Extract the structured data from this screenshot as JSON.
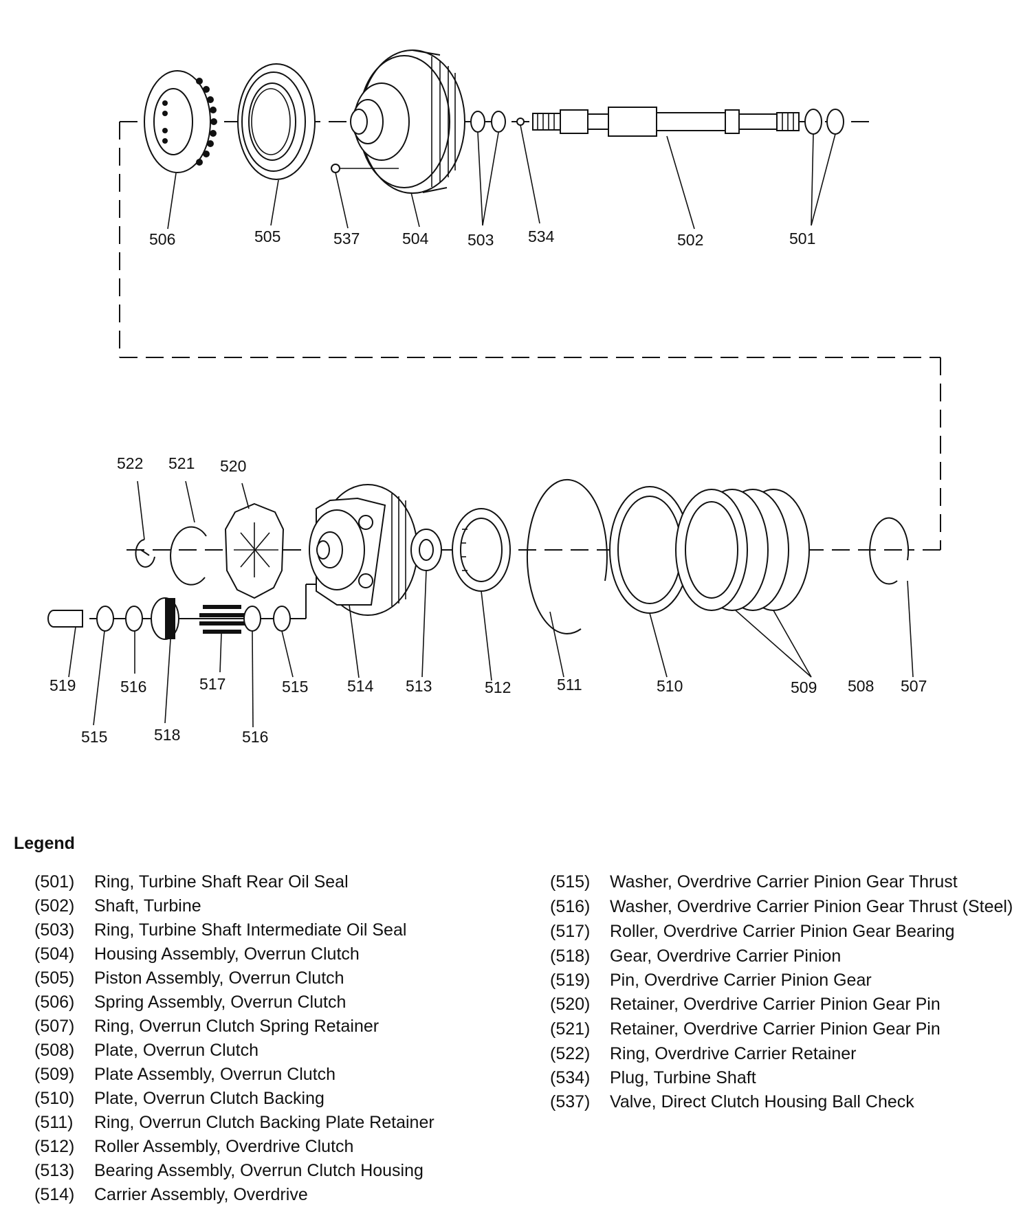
{
  "diagram": {
    "callouts": [
      {
        "id": "c506",
        "text": "506"
      },
      {
        "id": "c505",
        "text": "505"
      },
      {
        "id": "c537",
        "text": "537"
      },
      {
        "id": "c504",
        "text": "504"
      },
      {
        "id": "c503",
        "text": "503"
      },
      {
        "id": "c534",
        "text": "534"
      },
      {
        "id": "c502",
        "text": "502"
      },
      {
        "id": "c501",
        "text": "501"
      },
      {
        "id": "c522",
        "text": "522"
      },
      {
        "id": "c521",
        "text": "521"
      },
      {
        "id": "c520",
        "text": "520"
      },
      {
        "id": "c519",
        "text": "519"
      },
      {
        "id": "c516a",
        "text": "516"
      },
      {
        "id": "c517",
        "text": "517"
      },
      {
        "id": "c515a",
        "text": "515"
      },
      {
        "id": "c514",
        "text": "514"
      },
      {
        "id": "c513",
        "text": "513"
      },
      {
        "id": "c512",
        "text": "512"
      },
      {
        "id": "c511",
        "text": "511"
      },
      {
        "id": "c510",
        "text": "510"
      },
      {
        "id": "c509",
        "text": "509"
      },
      {
        "id": "c508",
        "text": "508"
      },
      {
        "id": "c507",
        "text": "507"
      },
      {
        "id": "c515b",
        "text": "515"
      },
      {
        "id": "c518",
        "text": "518"
      },
      {
        "id": "c516b",
        "text": "516"
      }
    ]
  },
  "legend": {
    "title": "Legend",
    "left": [
      {
        "num": "(501)",
        "text": "Ring, Turbine Shaft Rear Oil Seal"
      },
      {
        "num": "(502)",
        "text": "Shaft, Turbine"
      },
      {
        "num": "(503)",
        "text": "Ring, Turbine Shaft Intermediate Oil Seal"
      },
      {
        "num": "(504)",
        "text": "Housing Assembly, Overrun Clutch"
      },
      {
        "num": "(505)",
        "text": "Piston Assembly, Overrun Clutch"
      },
      {
        "num": "(506)",
        "text": "Spring Assembly, Overrun Clutch"
      },
      {
        "num": "(507)",
        "text": "Ring, Overrun Clutch Spring Retainer"
      },
      {
        "num": "(508)",
        "text": "Plate, Overrun Clutch"
      },
      {
        "num": "(509)",
        "text": "Plate Assembly, Overrun Clutch"
      },
      {
        "num": "(510)",
        "text": "Plate, Overrun Clutch Backing"
      },
      {
        "num": "(511)",
        "text": "Ring, Overrun Clutch Backing Plate Retainer"
      },
      {
        "num": "(512)",
        "text": "Roller Assembly, Overdrive Clutch"
      },
      {
        "num": "(513)",
        "text": "Bearing Assembly, Overrun Clutch Housing"
      },
      {
        "num": "(514)",
        "text": "Carrier Assembly, Overdrive"
      }
    ],
    "right": [
      {
        "num": "(515)",
        "text": "Washer, Overdrive Carrier Pinion Gear Thrust"
      },
      {
        "num": "(516)",
        "text": "Washer, Overdrive Carrier Pinion Gear Thrust (Steel)"
      },
      {
        "num": "(517)",
        "text": "Roller, Overdrive Carrier Pinion Gear Bearing"
      },
      {
        "num": "(518)",
        "text": "Gear, Overdrive Carrier Pinion"
      },
      {
        "num": "(519)",
        "text": "Pin, Overdrive Carrier Pinion Gear"
      },
      {
        "num": "(520)",
        "text": "Retainer, Overdrive Carrier Pinion Gear Pin"
      },
      {
        "num": "(521)",
        "text": "Retainer, Overdrive Carrier Pinion Gear Pin"
      },
      {
        "num": "(522)",
        "text": "Ring, Overdrive Carrier Retainer"
      },
      {
        "num": "(534)",
        "text": "Plug, Turbine Shaft"
      },
      {
        "num": "(537)",
        "text": "Valve, Direct Clutch Housing Ball Check"
      }
    ]
  }
}
